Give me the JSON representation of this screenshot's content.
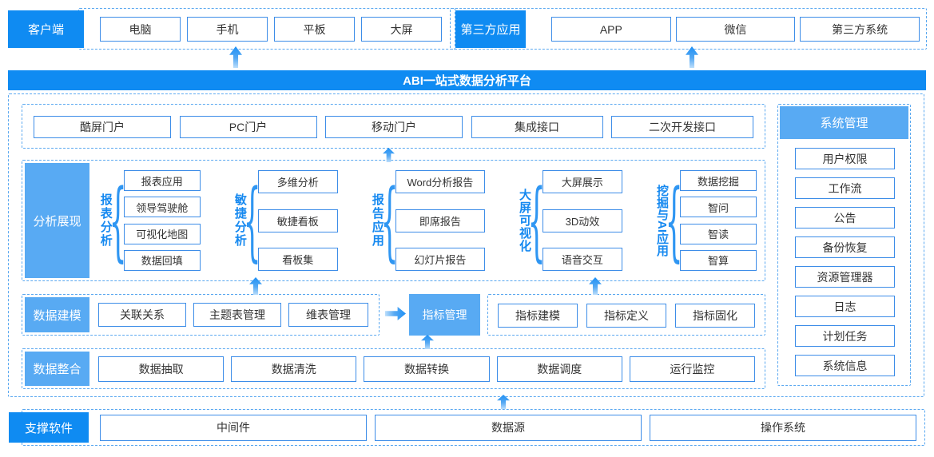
{
  "colors": {
    "brand_blue": "#0f8bf2",
    "light_blue": "#58aaf3",
    "box_border": "#3d8de8",
    "dashed_border": "#5aa8f0",
    "group_label_blue": "#1689f0",
    "box_text": "#333333"
  },
  "top": {
    "client": {
      "label": "客户端",
      "items": [
        "电脑",
        "手机",
        "平板",
        "大屏"
      ]
    },
    "third_party": {
      "label": "第三方应用",
      "items": [
        "APP",
        "微信",
        "第三方系统"
      ]
    }
  },
  "banner": {
    "title": "ABI一站式数据分析平台"
  },
  "portals": {
    "items": [
      "酷屏门户",
      "PC门户",
      "移动门户",
      "集成接口",
      "二次开发接口"
    ]
  },
  "analysis": {
    "label": "分析展现",
    "groups": [
      {
        "name": "报表分析",
        "items": [
          "报表应用",
          "领导驾驶舱",
          "可视化地图",
          "数据回填"
        ]
      },
      {
        "name": "敏捷分析",
        "items": [
          "多维分析",
          "敏捷看板",
          "看板集"
        ]
      },
      {
        "name": "报告应用",
        "items": [
          "Word分析报告",
          "即席报告",
          "幻灯片报告"
        ]
      },
      {
        "name": "大屏可视化",
        "items": [
          "大屏展示",
          "3D动效",
          "语音交互"
        ]
      },
      {
        "name": "挖掘与AI应用",
        "items": [
          "数据挖掘",
          "智问",
          "智读",
          "智算"
        ]
      }
    ]
  },
  "modeling": {
    "label": "数据建模",
    "items": [
      "关联关系",
      "主题表管理",
      "维表管理"
    ],
    "indicator": {
      "label": "指标管理",
      "items": [
        "指标建模",
        "指标定义",
        "指标固化"
      ]
    }
  },
  "integration": {
    "label": "数据整合",
    "items": [
      "数据抽取",
      "数据清洗",
      "数据转换",
      "数据调度",
      "运行监控"
    ]
  },
  "system": {
    "label": "系统管理",
    "items": [
      "用户权限",
      "工作流",
      "公告",
      "备份恢复",
      "资源管理器",
      "日志",
      "计划任务",
      "系统信息"
    ]
  },
  "support": {
    "label": "支撑软件",
    "items": [
      "中间件",
      "数据源",
      "操作系统"
    ]
  }
}
